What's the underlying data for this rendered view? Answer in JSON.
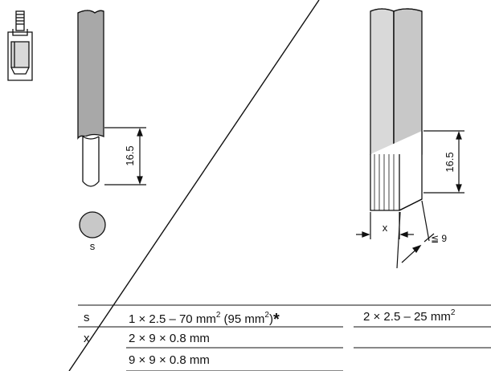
{
  "icons": {
    "terminal": "terminal-screw-clamp-icon"
  },
  "figure_left": {
    "strip_length_label": "16.5",
    "cross_section_label": "s"
  },
  "figure_right": {
    "strip_length_label": "16.5",
    "width_label": "x",
    "thickness_label": "≦ 9"
  },
  "table": {
    "rows": [
      {
        "symbol": "s",
        "col1": "1 × 2.5 – 70 mm",
        "col1_sup": "2",
        "col1_extra": " (95 mm",
        "col1_extra_sup": "2",
        "col1_extra_close": ")",
        "col1_star": "*",
        "col2": "2 × 2.5 – 25 mm",
        "col2_sup": "2"
      },
      {
        "symbol": "x",
        "col1": "2 × 9 × 0.8 mm",
        "col2": ""
      },
      {
        "symbol": "",
        "col1": "9 × 9 × 0.8 mm",
        "col2": ""
      }
    ]
  },
  "colors": {
    "line": "#111111",
    "shade_light": "#d9d9d9",
    "shade_mid": "#c8c8c8",
    "shade_dark": "#a8a8a8"
  }
}
